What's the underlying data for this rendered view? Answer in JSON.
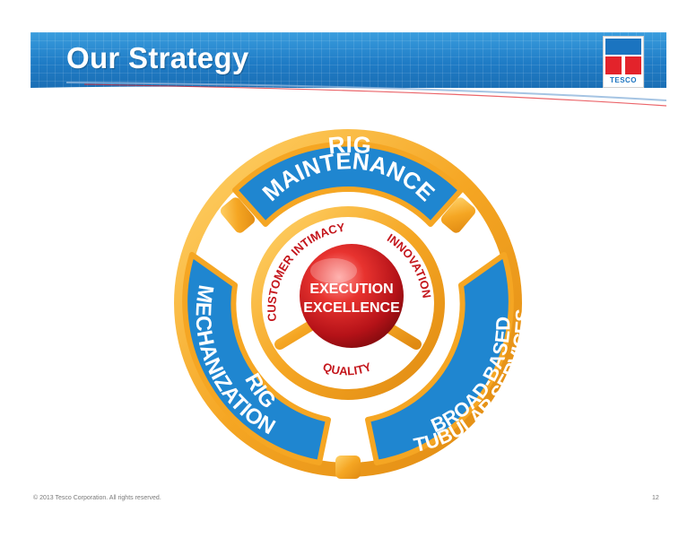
{
  "header": {
    "title": "Our Strategy",
    "logo_text": "TESCO"
  },
  "diagram": {
    "segments": {
      "top_line1": "RIG",
      "top_line2": "MAINTENANCE",
      "left_line1": "RIG",
      "left_line2": "MECHANIZATION",
      "right_line1": "BROAD-BASED",
      "right_line2": "TUBULAR SERVICES"
    },
    "ring_labels": {
      "customer_intimacy": "CUSTOMER INTIMACY",
      "innovation": "INNOVATION",
      "quality": "QUALITY"
    },
    "core": {
      "line1": "EXECUTION",
      "line2": "EXCELLENCE"
    },
    "colors": {
      "blue": "#1f86d0",
      "gold": "#f5a623",
      "red": "#c4161c"
    }
  },
  "footer": {
    "copyright": "© 2013 Tesco Corporation. All rights reserved.",
    "page_number": "12"
  }
}
